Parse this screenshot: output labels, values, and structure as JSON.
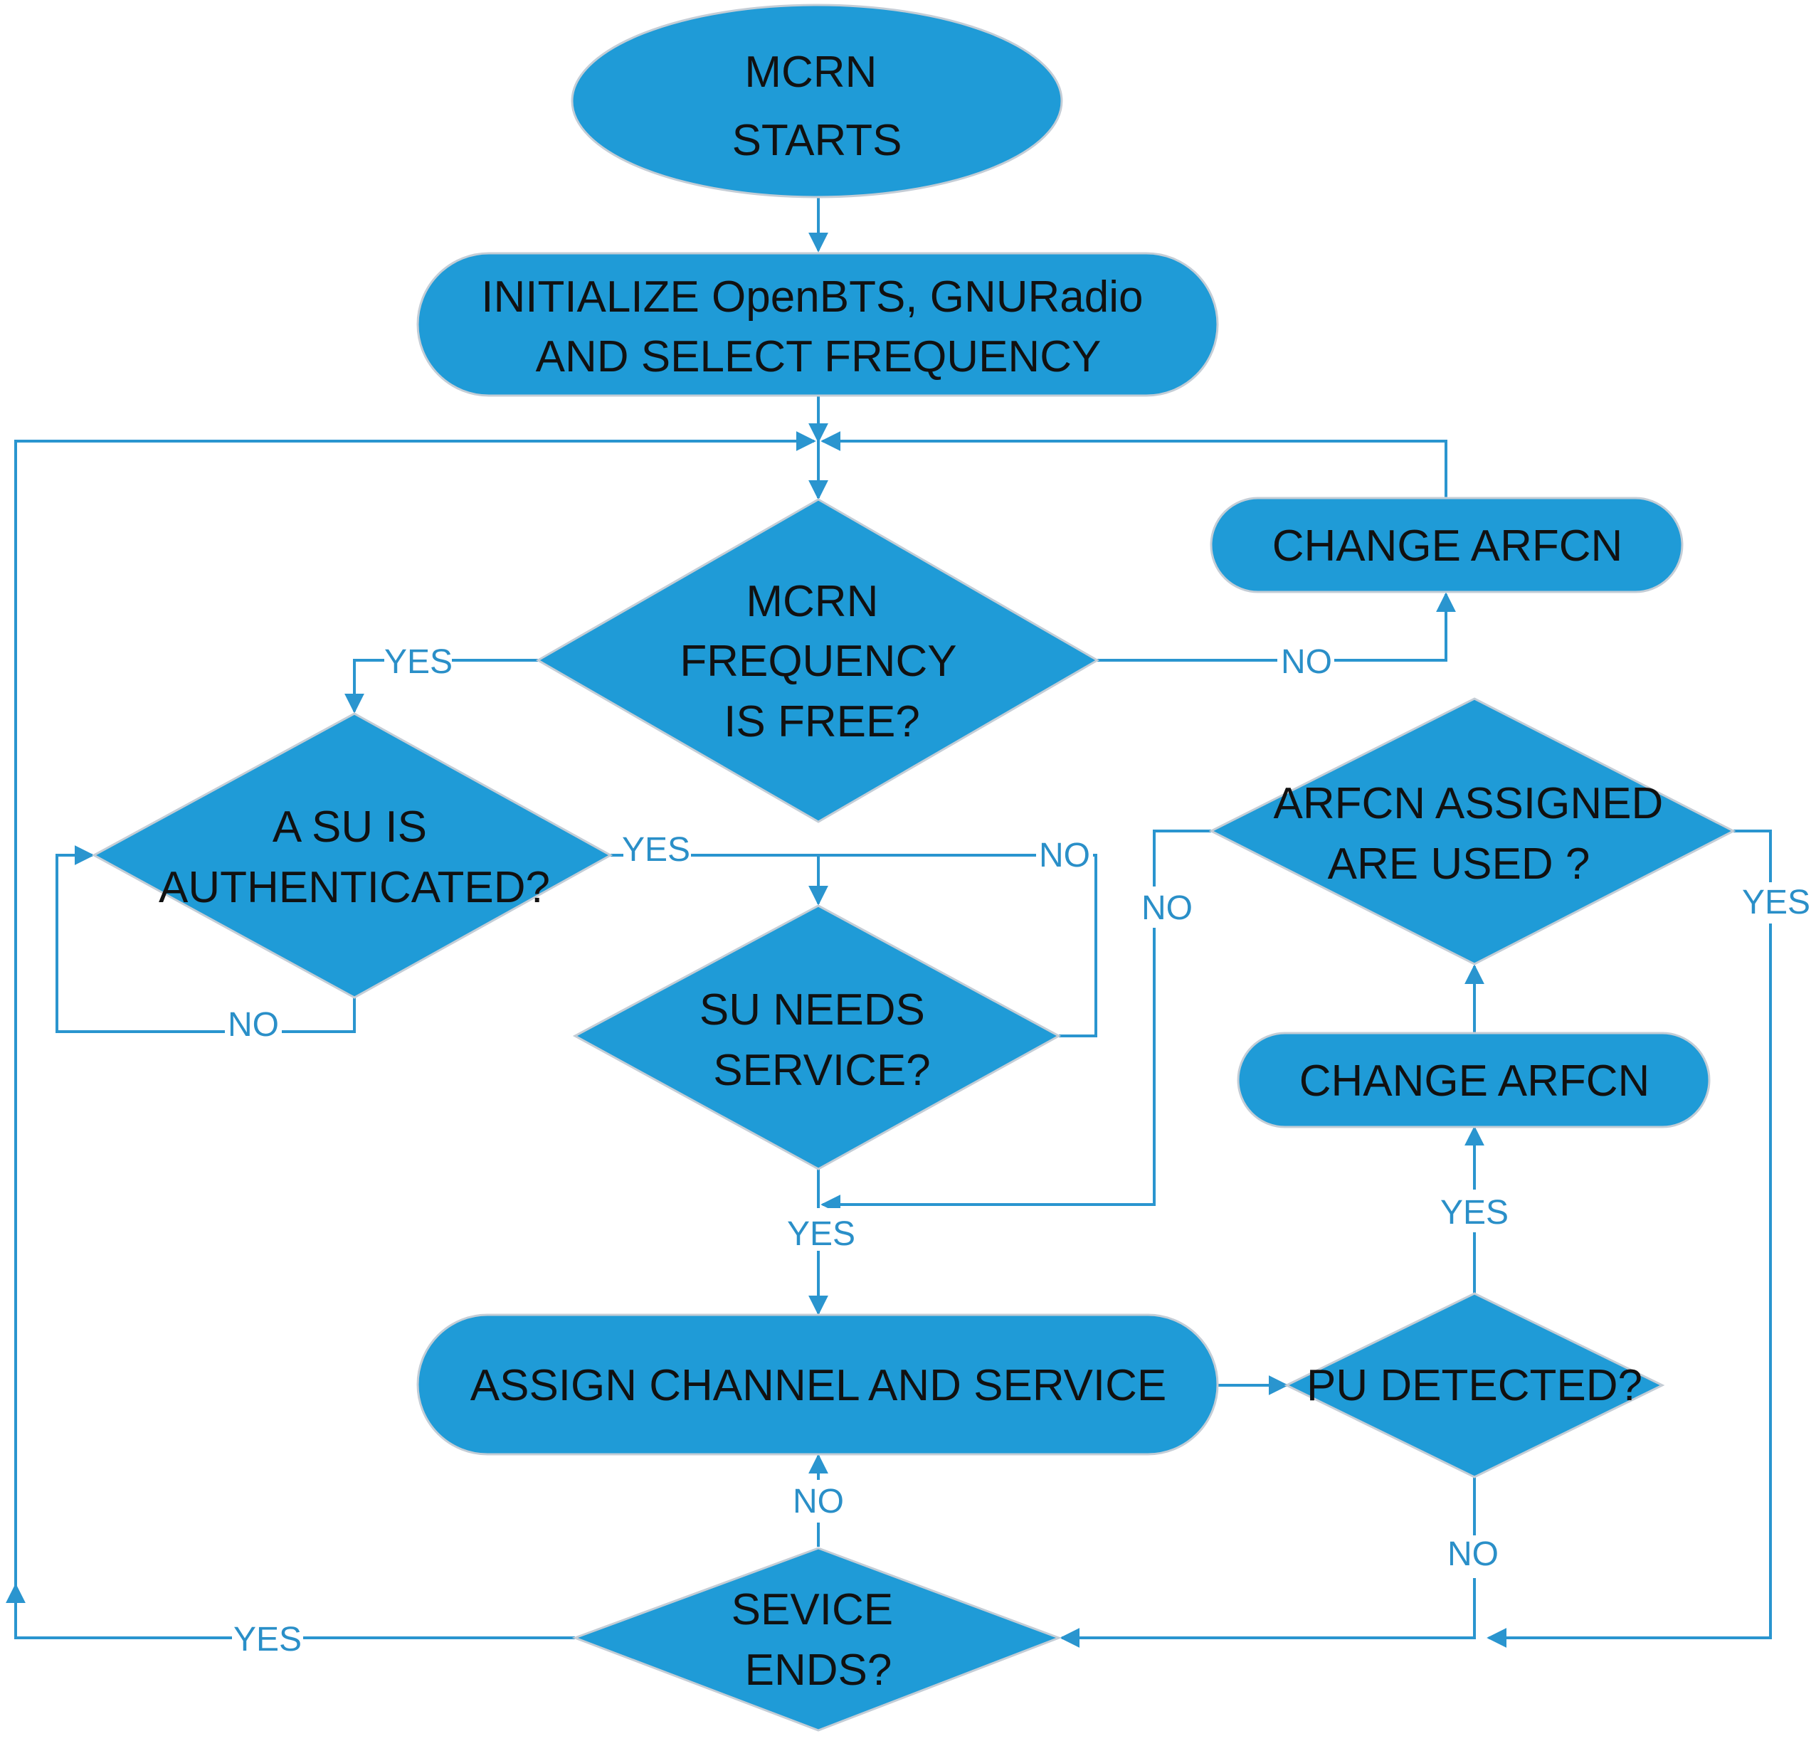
{
  "diagram": {
    "colors": {
      "node_fill": "#1f9bd7",
      "node_stroke": "#c4cdd6",
      "edge": "#2a95cf",
      "label": "#2a8fc8",
      "text": "#111111"
    },
    "nodes": {
      "start": {
        "shape": "ellipse",
        "lines": [
          "MCRN",
          "STARTS"
        ]
      },
      "init": {
        "shape": "rounded-rect",
        "lines": [
          "INITIALIZE OpenBTS, GNURadio",
          "AND SELECT FREQUENCY"
        ]
      },
      "freq_free": {
        "shape": "diamond",
        "lines": [
          "MCRN",
          "FREQUENCY",
          "IS FREE?"
        ]
      },
      "change_arfcn_1": {
        "shape": "rounded-rect",
        "lines": [
          "CHANGE ARFCN"
        ]
      },
      "su_auth": {
        "shape": "diamond",
        "lines": [
          "A SU IS",
          "AUTHENTICATED?"
        ]
      },
      "su_needs": {
        "shape": "diamond",
        "lines": [
          "SU NEEDS",
          "SERVICE?"
        ]
      },
      "arfcn_used": {
        "shape": "diamond",
        "lines": [
          "ARFCN ASSIGNED",
          "ARE USED ?"
        ]
      },
      "change_arfcn_2": {
        "shape": "rounded-rect",
        "lines": [
          "CHANGE ARFCN"
        ]
      },
      "assign": {
        "shape": "rounded-rect",
        "lines": [
          "ASSIGN CHANNEL AND SERVICE"
        ]
      },
      "pu_detected": {
        "shape": "diamond",
        "lines": [
          "PU DETECTED?"
        ]
      },
      "service_ends": {
        "shape": "diamond",
        "lines": [
          "SEVICE",
          "ENDS?"
        ]
      }
    },
    "edge_labels": {
      "freq_free_yes": "YES",
      "freq_free_no": "NO",
      "su_auth_yes": "YES",
      "su_auth_no": "NO",
      "su_needs_no": "NO",
      "su_needs_yes": "YES",
      "arfcn_used_no": "NO",
      "arfcn_used_yes": "YES",
      "pu_detected_yes": "YES",
      "pu_detected_no": "NO",
      "service_ends_no": "NO",
      "service_ends_yes": "YES"
    }
  }
}
